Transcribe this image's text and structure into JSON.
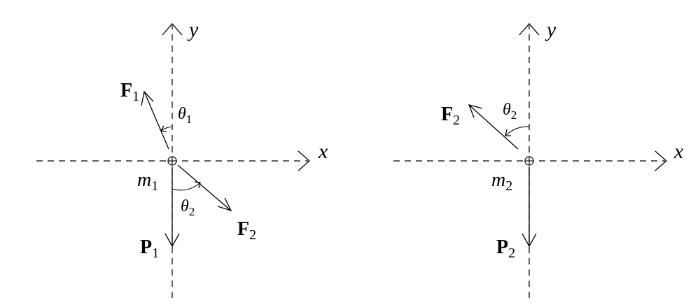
{
  "diagrams": [
    {
      "axes": {
        "x_label": "x",
        "y_label": "y"
      },
      "mass": {
        "symbol": "m",
        "sub": "1"
      },
      "forces": [
        {
          "symbol": "F",
          "sub": "1"
        },
        {
          "symbol": "F",
          "sub": "2"
        },
        {
          "symbol": "P",
          "sub": "1"
        }
      ],
      "angles": [
        {
          "symbol": "θ",
          "sub": "1"
        },
        {
          "symbol": "θ",
          "sub": "2"
        }
      ]
    },
    {
      "axes": {
        "x_label": "x",
        "y_label": "y"
      },
      "mass": {
        "symbol": "m",
        "sub": "2"
      },
      "forces": [
        {
          "symbol": "F",
          "sub": "2"
        },
        {
          "symbol": "P",
          "sub": "2"
        }
      ],
      "angles": [
        {
          "symbol": "θ",
          "sub": "2"
        }
      ]
    }
  ]
}
